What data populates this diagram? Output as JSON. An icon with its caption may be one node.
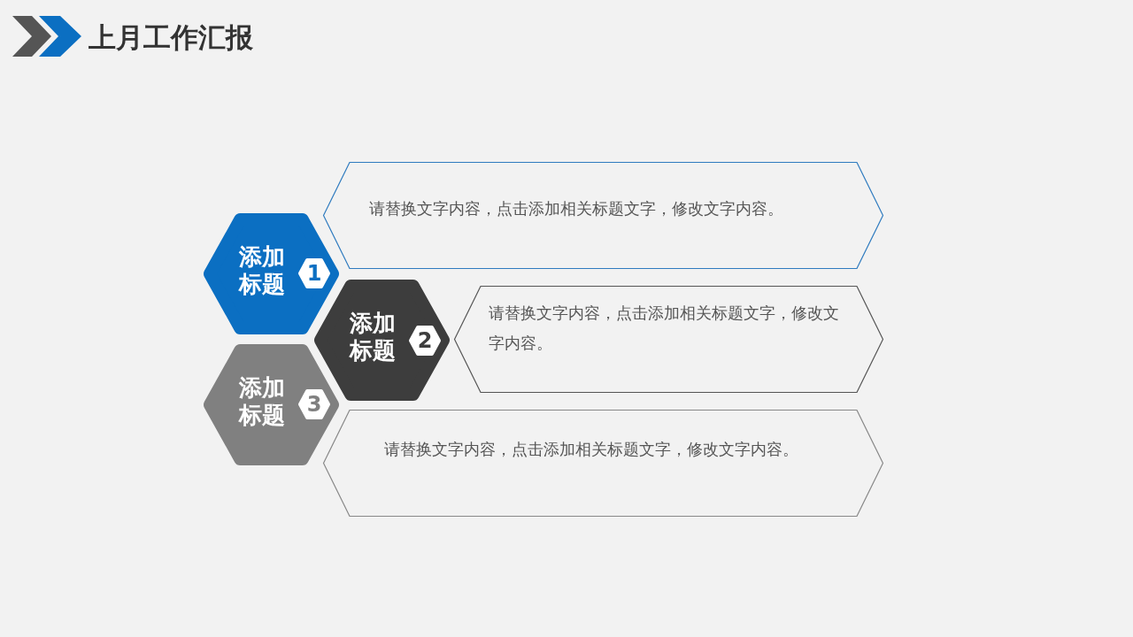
{
  "diagram": {
    "title": "上月工作汇报",
    "nodes": [
      {
        "text": [
          "添加标题"
        ]
      },
      {
        "text": [
          "1"
        ],
        "in": 0
      },
      {
        "text": [
          "请替换文字内容，点击添加相关标题文字，修改文字内容。"
        ]
      },
      {
        "text": [
          "添加标题"
        ]
      },
      {
        "text": [
          "2"
        ],
        "in": 3
      },
      {
        "text": [
          "请替换文字内容，点击添加相关标题文字，修改文字内容。"
        ]
      },
      {
        "text": [
          "添加标题"
        ]
      },
      {
        "text": [
          "3"
        ],
        "in": 6
      },
      {
        "text": [
          "请替换文字内容，点击添加相关标题文字，修改文字内容。"
        ]
      }
    ],
    "edges": []
  }
}
